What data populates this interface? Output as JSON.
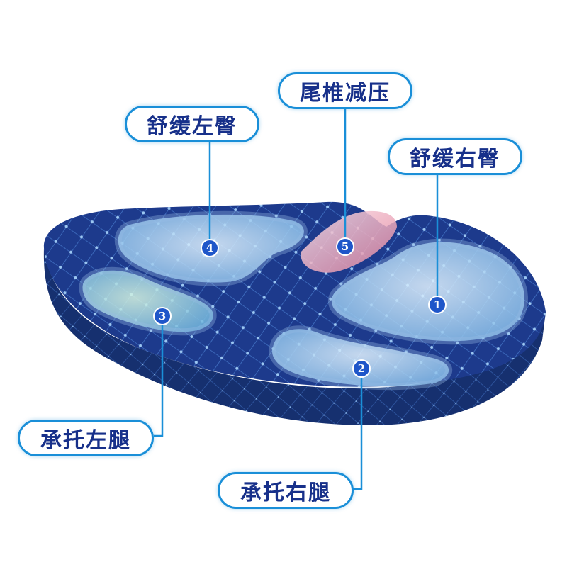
{
  "callouts": [
    {
      "id": "tailbone",
      "text": "尾椎减压",
      "number": "5"
    },
    {
      "id": "left-hip",
      "text": "舒缓左臀",
      "number": "4"
    },
    {
      "id": "right-hip",
      "text": "舒缓右臀",
      "number": "1"
    },
    {
      "id": "left-thigh",
      "text": "承托左腿",
      "number": "3"
    },
    {
      "id": "right-thigh",
      "text": "承托右腿",
      "number": "2"
    }
  ],
  "colors": {
    "cushion_fabric": "#1d3a8c",
    "cushion_dark": "#0f2160",
    "quilt_lines": "#4f86d8",
    "zone_fill": "#a9d4f0",
    "tailbone_zone": "#f0a6b6",
    "callout_line": "#1a8fd8",
    "label_text": "#17308a"
  }
}
